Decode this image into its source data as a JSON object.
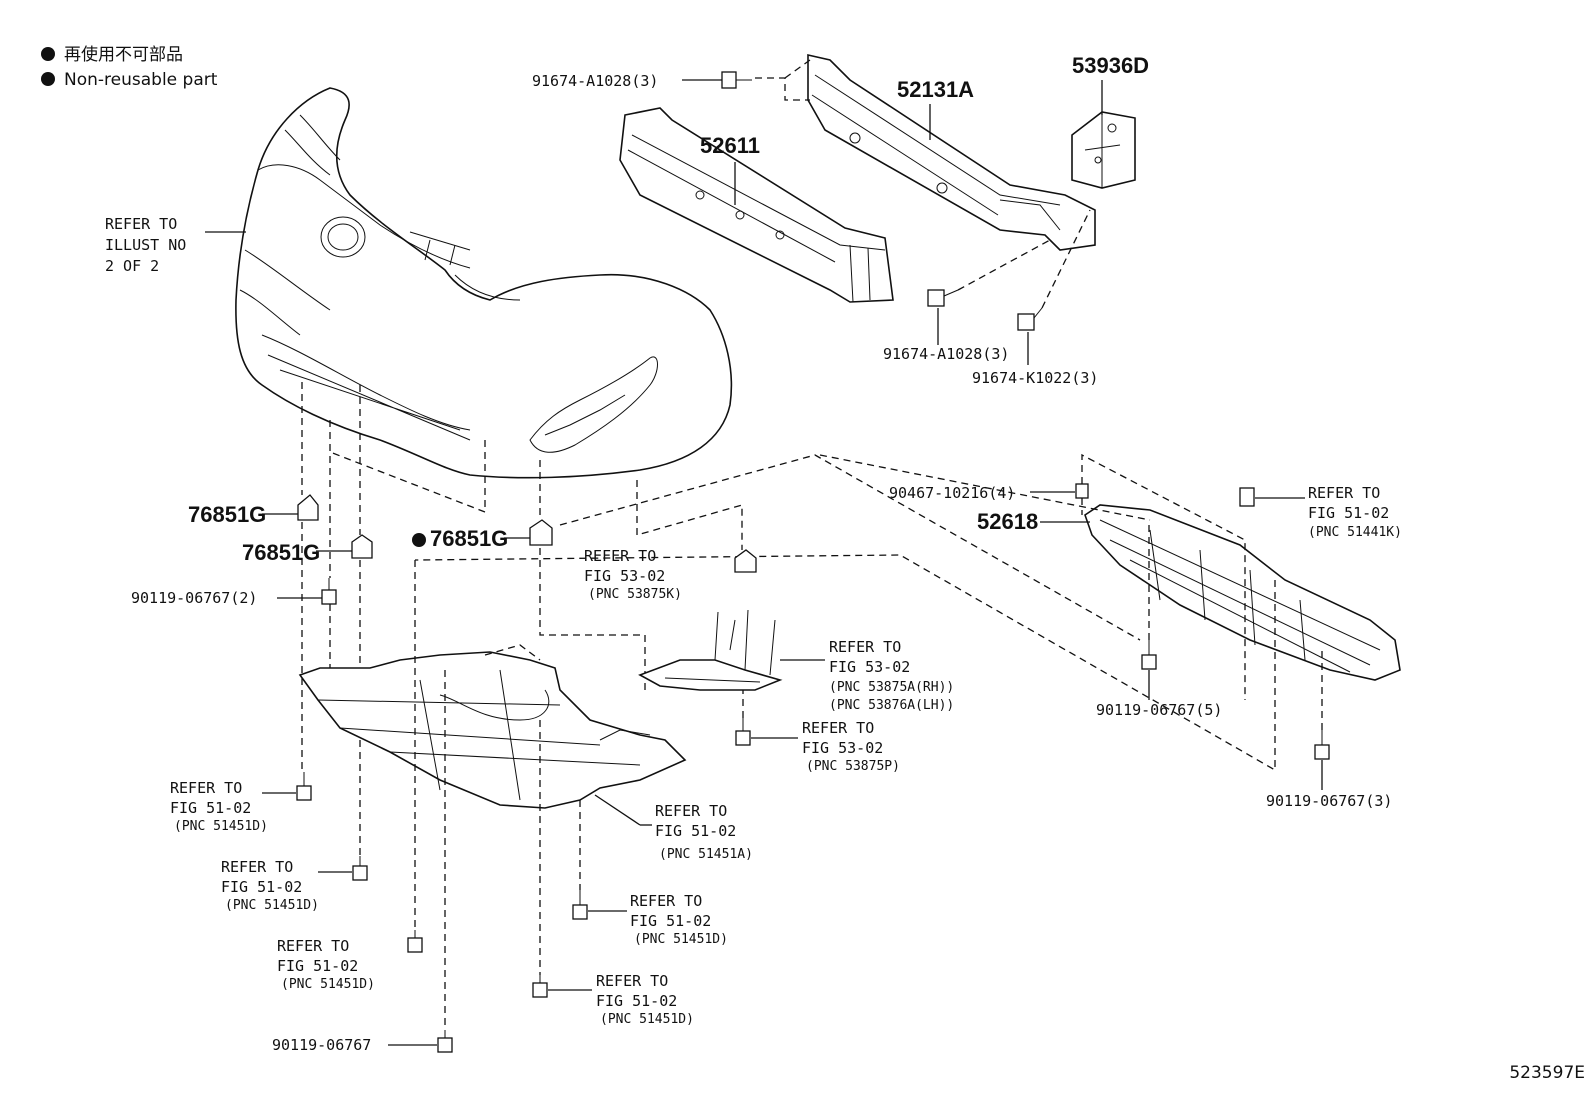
{
  "legend": {
    "jp": "再使用不可部品",
    "en": "Non-reusable part"
  },
  "figure_id": "523597E",
  "parts": {
    "p91674_top": "91674-A1028(3)",
    "p52131A": "52131A",
    "p53936D": "53936D",
    "p52611": "52611",
    "refer_illust": [
      "REFER TO",
      "ILLUST NO",
      "2 OF 2"
    ],
    "p91674_mid": "91674-A1028(3)",
    "p91674_k": "91674-K1022(3)",
    "p90467": "90467-10216(4)",
    "p52618": "52618",
    "ref_51441K": [
      "REFER TO",
      "FIG 51-02",
      "(PNC 51441K)"
    ],
    "p76851G_a": "76851G",
    "p76851G_b": "76851G",
    "p76851G_c": "76851G",
    "p90119_2": "90119-06767(2)",
    "ref_53875K": [
      "REFER TO",
      "FIG 53-02",
      "(PNC 53875K)"
    ],
    "ref_53875A": [
      "REFER TO",
      "FIG 53-02",
      "(PNC 53875A(RH))",
      "(PNC 53876A(LH))"
    ],
    "p90119_5": "90119-06767(5)",
    "ref_53875P": [
      "REFER TO",
      "FIG 53-02",
      "(PNC 53875P)"
    ],
    "p90119_3": "90119-06767(3)",
    "ref_51451D_a": [
      "REFER TO",
      "FIG 51-02",
      "(PNC 51451D)"
    ],
    "ref_51451A": [
      "REFER TO",
      "FIG 51-02",
      "(PNC 51451A)"
    ],
    "ref_51451D_b": [
      "REFER TO",
      "FIG 51-02",
      "(PNC 51451D)"
    ],
    "ref_51451D_c": [
      "REFER TO",
      "FIG 51-02",
      "(PNC 51451D)"
    ],
    "ref_51451D_d": [
      "REFER TO",
      "FIG 51-02",
      "(PNC 51451D)"
    ],
    "ref_51451D_e": [
      "REFER TO",
      "FIG 51-02",
      "(PNC 51451D)"
    ],
    "p90119_1": "90119-06767"
  }
}
